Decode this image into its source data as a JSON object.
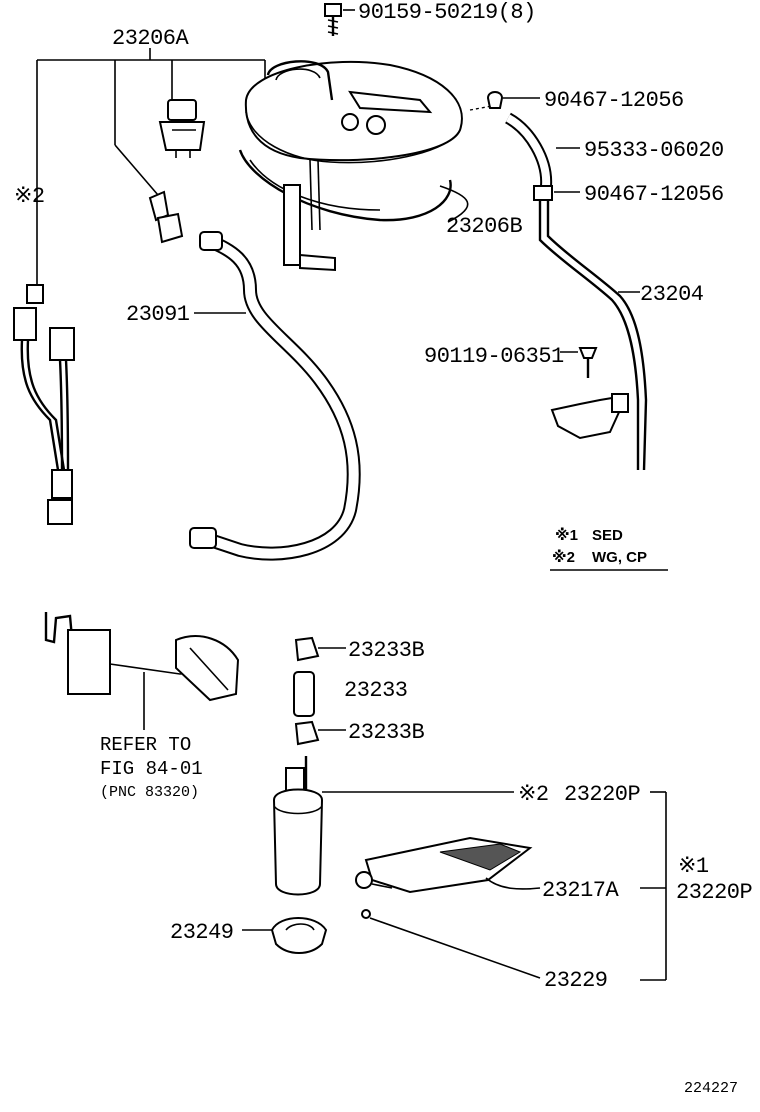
{
  "labels": {
    "p90159": "90159-50219(8)",
    "p23206A": "23206A",
    "p90467a": "90467-12056",
    "p95333": "95333-06020",
    "p90467b": "90467-12056",
    "p23206B": "23206B",
    "p23204": "23204",
    "p23091": "23091",
    "p90119": "90119-06351",
    "mark2_left": "※2",
    "p23233B_top": "23233B",
    "p23233": "23233",
    "p23233B_bot": "23233B",
    "refer1": "REFER TO",
    "refer2": "FIG 84-01",
    "refer3": "(PNC 83320)",
    "mark2_pump": "※2",
    "p23220P_a": "23220P",
    "mark1_pump": "※1",
    "p23220P_b": "23220P",
    "p23217A": "23217A",
    "p23249": "23249",
    "p23229": "23229",
    "footer_code": "224227"
  },
  "legend": {
    "line1_mark": "※1",
    "line1_text": "SED",
    "line2_mark": "※2",
    "line2_text": "WG, CP"
  }
}
